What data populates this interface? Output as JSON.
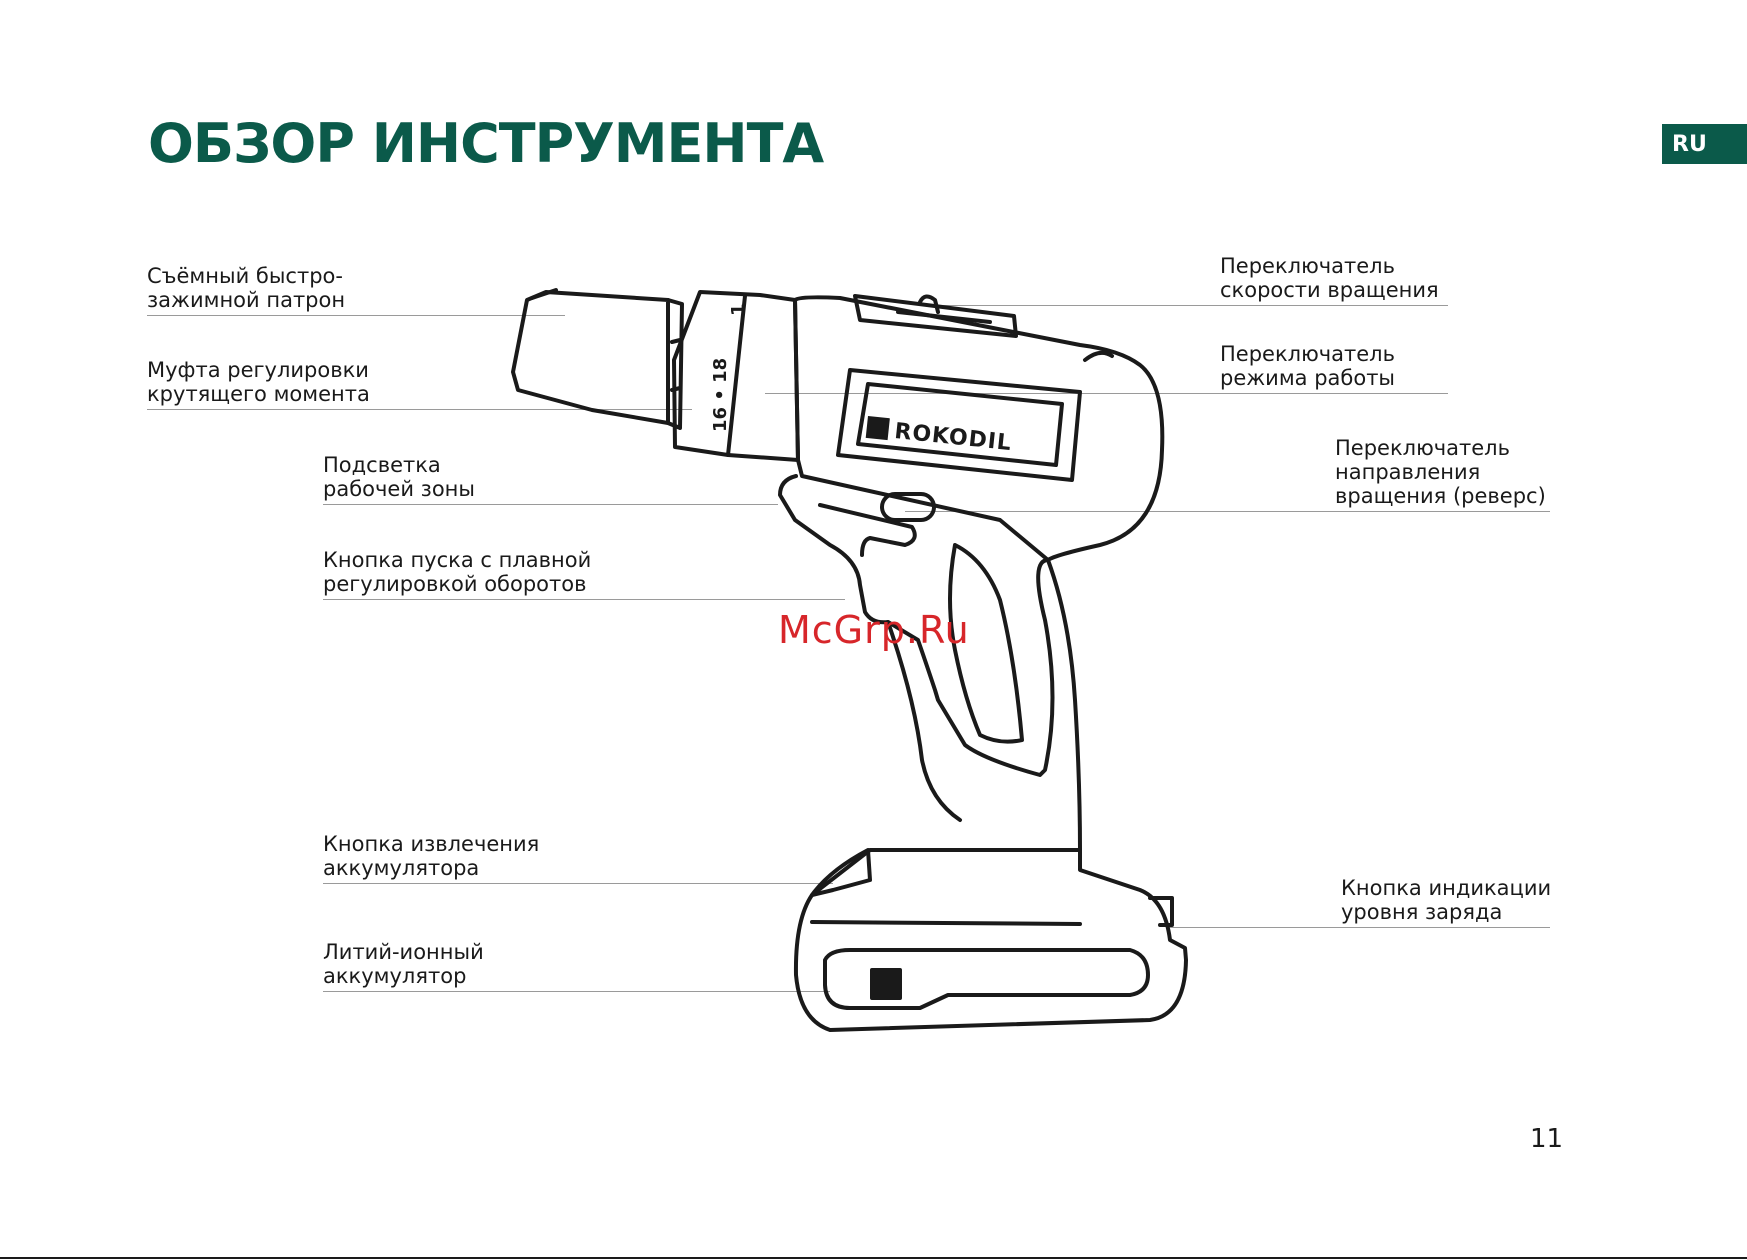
{
  "header": {
    "title": "ОБЗОР ИНСТРУМЕНТА",
    "language": "RU"
  },
  "callouts": [
    {
      "lines": [
        "Съёмный быстро-",
        "зажимной патрон"
      ]
    },
    {
      "lines": [
        "Муфта регулировки",
        "крутящего момента"
      ]
    },
    {
      "lines": [
        "Подсветка",
        "рабочей зоны"
      ]
    },
    {
      "lines": [
        "Кнопка пуска с плавной",
        "регулировкой оборотов"
      ]
    },
    {
      "lines": [
        "Кнопка извлечения",
        "аккумулятора"
      ]
    },
    {
      "lines": [
        "Литий-ионный",
        "аккумулятор"
      ]
    },
    {
      "lines": [
        "Переключатель",
        "скорости вращения"
      ]
    },
    {
      "lines": [
        "Переключатель",
        "режима работы"
      ]
    },
    {
      "lines": [
        "Переключатель",
        "направления",
        "вращения (реверс)"
      ]
    },
    {
      "lines": [
        "Кнопка индикации",
        "уровня заряда"
      ]
    }
  ],
  "drill": {
    "brand": "ROKODIL",
    "clutch_marks": {
      "top": "1",
      "middle": "16 • 18"
    },
    "line_color": "#1a1a1a"
  },
  "watermark": "McGrp.Ru",
  "footer": {
    "page_number": "11"
  },
  "colors": {
    "accent": "#0b5a4a",
    "watermark": "#d7262a"
  }
}
